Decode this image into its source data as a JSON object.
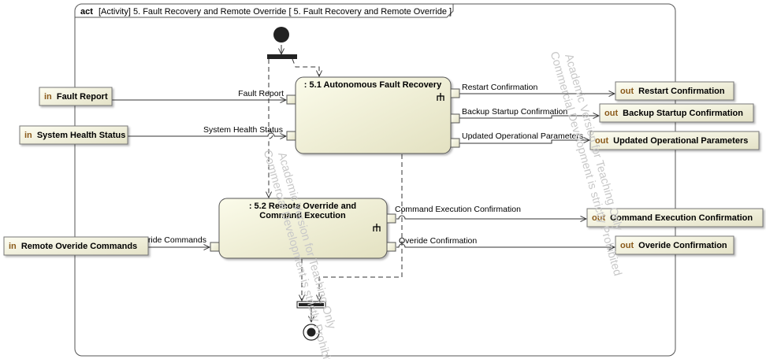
{
  "frame": {
    "keyword": "act",
    "title": "[Activity] 5. Fault Recovery and Remote Override [ 5. Fault Recovery and Remote Override ]"
  },
  "actions": [
    {
      "id": "a51",
      "label": ": 5.1 Autonomous Fault Recovery"
    },
    {
      "id": "a52",
      "label_line1": ": 5.2 Remote Override and",
      "label_line2": "Command Execution"
    }
  ],
  "inputs": [
    {
      "prefix": "in",
      "name": "Fault Report"
    },
    {
      "prefix": "in",
      "name": "System Health Status"
    },
    {
      "prefix": "in",
      "name": "Remote Overide Commands"
    }
  ],
  "outputs": [
    {
      "prefix": "out",
      "name": "Restart Confirmation"
    },
    {
      "prefix": "out",
      "name": "Backup Startup Confirmation"
    },
    {
      "prefix": "out",
      "name": "Updated Operational Parameters"
    },
    {
      "prefix": "out",
      "name": "Command Execution Confirmation"
    },
    {
      "prefix": "out",
      "name": "Overide Confirmation"
    }
  ],
  "edge_labels": {
    "fault_report": "Fault Report",
    "system_health": "System Health Status",
    "remote_cmds": "Remote Overide Commands",
    "restart": "Restart Confirmation",
    "backup": "Backup Startup Confirmation",
    "updated": "Updated Operational Parameters",
    "cmd_exec": "Command Execution Confirmation",
    "overide": "Overide Confirmation"
  },
  "watermarks": {
    "w1_line1": "Academic Version for Teaching Only",
    "w1_line2": "Commercial Development is strictly Prohibited",
    "w2_line1": "Academic Version for Teaching Only",
    "w2_line2": "Commercial Development is strictly Prohibited"
  }
}
